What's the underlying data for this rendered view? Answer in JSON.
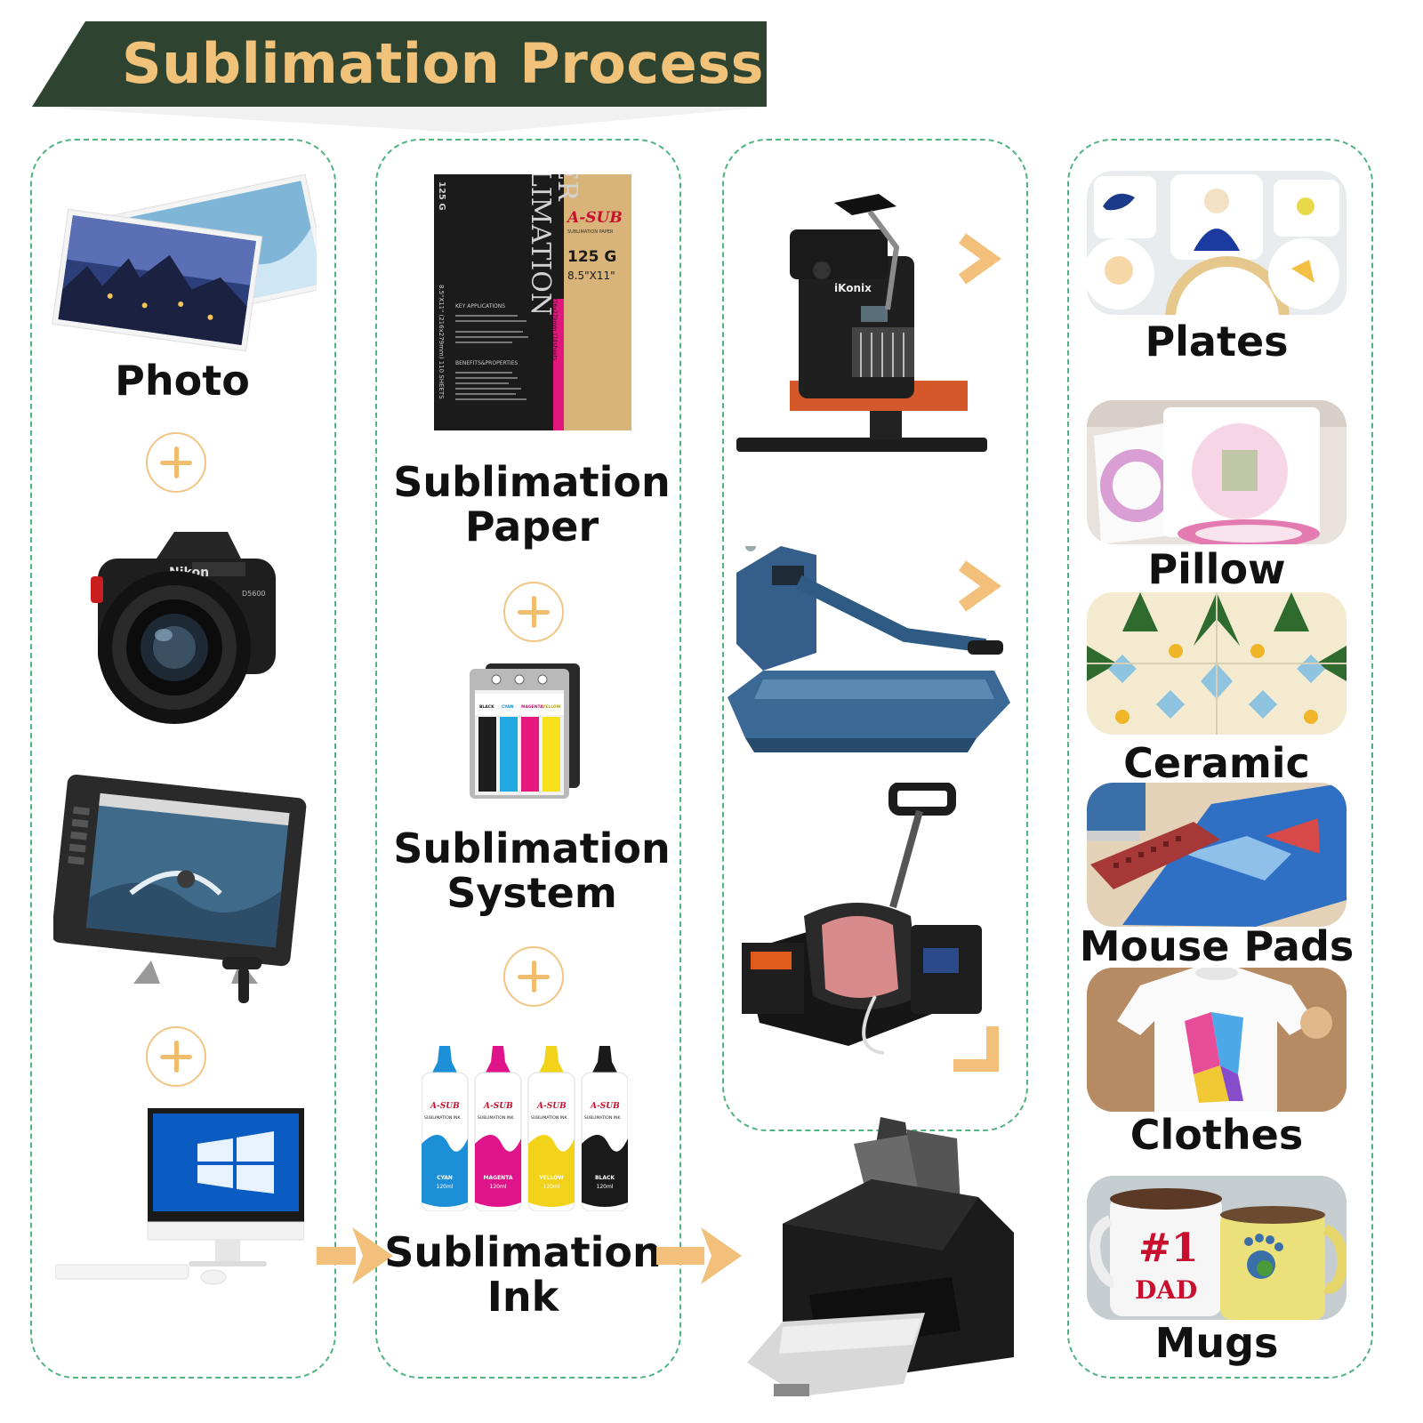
{
  "header": {
    "title": "Sublimation Process"
  },
  "col1": {
    "photo_label": "Photo"
  },
  "col2": {
    "paper_label_1": "Sublimation",
    "paper_label_2": "Paper",
    "paper_box": {
      "title_1": "SUBLIMATION",
      "title_2": "PAPER",
      "brand": "A-SUB",
      "brand_sub": "SUBLIMATION PAPER",
      "weight": "125 G",
      "size": "8.5\"X11\"",
      "side_weight": "125 G",
      "side_specs": "8.5\"X11\" (216x279mm) 110 SHEETS",
      "gold_band": "216x279mm 110sheets",
      "section_1": "KEY APPLICATIONS",
      "section_2": "BENEFITS&PROPERTIES"
    },
    "system_label_1": "Sublimation",
    "system_label_2": "System",
    "system_box": {
      "col_labels": [
        "BLACK",
        "CYAN",
        "MAGENTA",
        "YELLOW"
      ]
    },
    "ink_label_1": "Sublimation",
    "ink_label_2": "Ink",
    "ink_bottles": [
      {
        "brand": "A-SUB",
        "line": "SUBLIMATION INK",
        "color_name": "CYAN",
        "volume": "120ml",
        "color": "#1c8fd6"
      },
      {
        "brand": "A-SUB",
        "line": "SUBLIMATION INK",
        "color_name": "MAGENTA",
        "volume": "120ml",
        "color": "#e0148a"
      },
      {
        "brand": "A-SUB",
        "line": "SUBLIMATION INK",
        "color_name": "YELLOW",
        "volume": "120ml",
        "color": "#f3d31a"
      },
      {
        "brand": "A-SUB",
        "line": "SUBLIMATION INK",
        "color_name": "BLACK",
        "volume": "120ml",
        "color": "#1a1a1a"
      }
    ]
  },
  "col3": {
    "press_brand": "iKonix"
  },
  "col4": {
    "products": [
      "Plates",
      "Pillow",
      "Ceramic Tile",
      "Mouse Pads",
      "Clothes",
      "Mugs"
    ],
    "mug_text_1": "#1",
    "mug_text_2": "DAD"
  },
  "camera": {
    "brand": "Nikon",
    "model": "D5600"
  },
  "colors": {
    "banner_bg": "#2e4430",
    "banner_text": "#f0c27a",
    "accent_orange": "#f2c07a",
    "panel_border": "#4fb382"
  }
}
